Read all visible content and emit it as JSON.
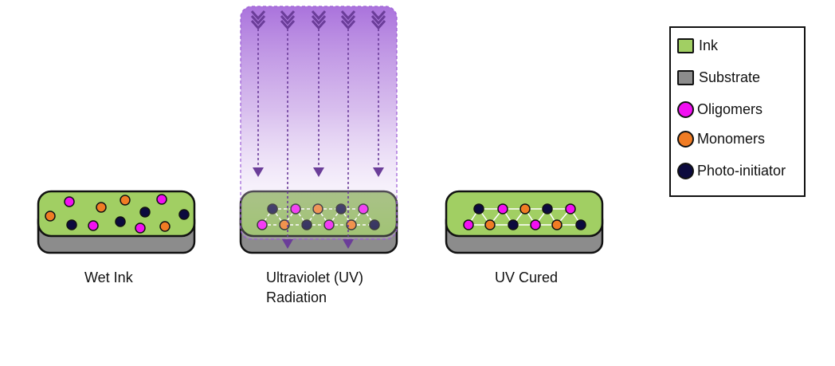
{
  "colors": {
    "ink": "#a1cf63",
    "ink_dark": "#8fb85a",
    "substrate": "#8c8c8c",
    "oligomer": "#f20ff2",
    "monomer": "#f07c24",
    "photo_initiator": "#0c0a3e",
    "uv": "#9b5ad6",
    "arrow": "#6b3d99"
  },
  "legend": {
    "items": [
      {
        "key": "ink",
        "label": "Ink",
        "shape": "rect",
        "color": "#a1cf63"
      },
      {
        "key": "substrate",
        "label": "Substrate",
        "shape": "rect",
        "color": "#8c8c8c"
      },
      {
        "key": "oligomer",
        "label": "Oligomers",
        "shape": "circle",
        "color": "#f20ff2"
      },
      {
        "key": "monomer",
        "label": "Monomers",
        "shape": "circle",
        "color": "#f07c24"
      },
      {
        "key": "photo_initiator",
        "label": "Photo-initiator",
        "shape": "circle",
        "color": "#0c0a3e"
      }
    ]
  },
  "stages": [
    {
      "key": "wet",
      "caption_lines": [
        "Wet Ink"
      ]
    },
    {
      "key": "uv",
      "caption_lines": [
        "Ultraviolet (UV)",
        "Radiation"
      ]
    },
    {
      "key": "cured",
      "caption_lines": [
        "UV Cured"
      ]
    }
  ]
}
